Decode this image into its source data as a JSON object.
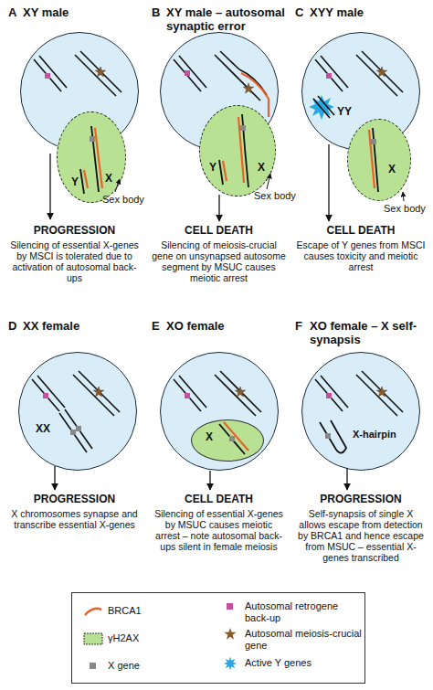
{
  "diagram": {
    "nodes": [
      {
        "text": [
          "A",
          "XY male"
        ]
      },
      {
        "text": [
          "Y",
          "X"
        ]
      },
      {
        "text": [
          "B",
          "XY male – autosomal synaptic error"
        ]
      },
      {
        "text": [
          "Y",
          "X"
        ]
      },
      {
        "text": [
          "C",
          "XYY male",
          "YY"
        ]
      },
      {
        "text": [
          "X"
        ]
      },
      {
        "text": [
          "D",
          "XX female",
          "XX"
        ]
      },
      {
        "text": [
          "E",
          "XO female"
        ]
      },
      {
        "text": [
          "X"
        ],
        "in": 7
      },
      {
        "text": [
          "F",
          "XO female – X self-synapsis",
          "X-hairpin"
        ]
      }
    ],
    "labels": [
      "Sex body",
      "Sex body",
      "Sex body",
      "PROGRESSION",
      "Silencing of essential X-genes by MSCI is tolerated due to activation of autosomal back-ups",
      "CELL DEATH",
      "Silencing of meiosis-crucial gene on unsynapsed autosome segment by MSUC causes meiotic arrest",
      "CELL DEATH",
      "Escape of Y genes from MSCI causes toxicity and meiotic arrest",
      "PROGRESSION",
      "X chromosomes synapse and transcribe essential X-genes",
      "CELL DEATH",
      "Silencing of essential X-genes by MSUC causes meiotic arrest – note autosomal back-ups silent in female meiosis",
      "PROGRESSION",
      "Self-synapsis of single X allows escape from detection by BRCA1 and hence escape from MSUC – essential X-genes transcribed"
    ],
    "legend": [
      {
        "text": "BRCA1"
      },
      {
        "text": "γH2AX",
        "color": "#b9e193"
      },
      {
        "text": "X gene"
      },
      {
        "text": "Autosomal retrogene back-up"
      },
      {
        "text": "Autosomal meiosis-crucial gene"
      },
      {
        "text": "Active Y genes"
      }
    ]
  }
}
